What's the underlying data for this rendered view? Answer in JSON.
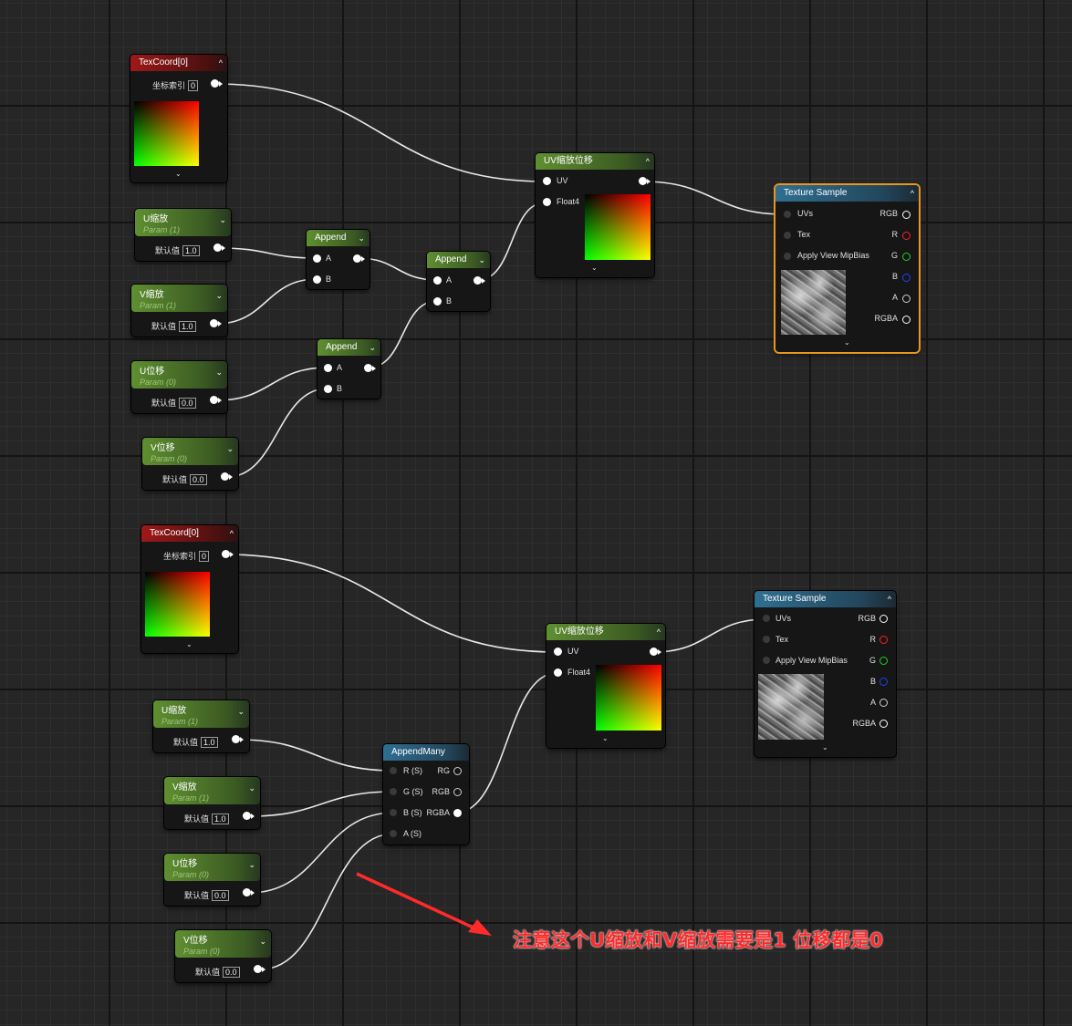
{
  "texcoord": {
    "title": "TexCoord[0]",
    "coord_index_label": "坐标索引",
    "coord_index_value": "0"
  },
  "params": [
    {
      "title": "U缩放",
      "sub": "Param (1)",
      "default_label": "默认值",
      "value": "1.0"
    },
    {
      "title": "V缩放",
      "sub": "Param (1)",
      "default_label": "默认值",
      "value": "1.0"
    },
    {
      "title": "U位移",
      "sub": "Param (0)",
      "default_label": "默认值",
      "value": "0.0"
    },
    {
      "title": "V位移",
      "sub": "Param (0)",
      "default_label": "默认值",
      "value": "0.0"
    }
  ],
  "append": {
    "title": "Append",
    "pin_a": "A",
    "pin_b": "B"
  },
  "uvscale": {
    "title": "UV缩放位移",
    "pin_uv": "UV",
    "pin_float4": "Float4"
  },
  "texsample": {
    "title": "Texture Sample",
    "inputs": [
      "UVs",
      "Tex",
      "Apply View MipBias"
    ],
    "outputs": [
      "RGB",
      "R",
      "G",
      "B",
      "A",
      "RGBA"
    ],
    "output_colors": [
      "#ffffff",
      "#ff2020",
      "#20d020",
      "#2040ff",
      "#d0d0d0",
      "#ffffff"
    ]
  },
  "appendmany": {
    "title": "AppendMany",
    "inputs": [
      "R (S)",
      "G (S)",
      "B (S)",
      "A (S)"
    ],
    "outputs": [
      "RG",
      "RGB",
      "RGBA"
    ]
  },
  "annotation": {
    "text": "注意这个U缩放和V缩放需要是1 位移都是0",
    "color": "#ff2a2a"
  }
}
